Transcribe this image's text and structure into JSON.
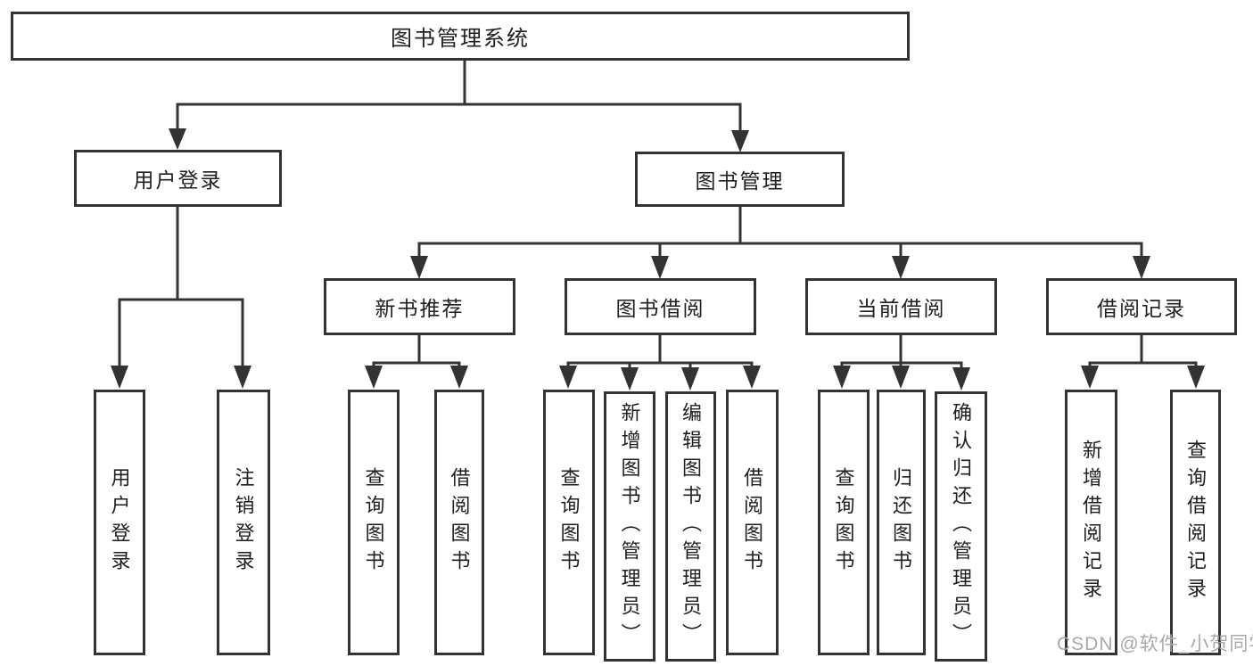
{
  "tree": {
    "root": "图书管理系统",
    "level2": [
      {
        "label": "用户登录",
        "children": [
          {
            "label": "用户登录"
          },
          {
            "label": "注销登录"
          }
        ]
      },
      {
        "label": "图书管理",
        "sections": [
          {
            "label": "新书推荐",
            "children": [
              {
                "label": "查询图书"
              },
              {
                "label": "借阅图书"
              }
            ]
          },
          {
            "label": "图书借阅",
            "children": [
              {
                "label": "查询图书"
              },
              {
                "label": "新增图书（管理员）"
              },
              {
                "label": "编辑图书（管理员）"
              },
              {
                "label": "借阅图书"
              }
            ]
          },
          {
            "label": "当前借阅",
            "children": [
              {
                "label": "查询图书"
              },
              {
                "label": "归还图书"
              },
              {
                "label": "确认归还（管理员）"
              }
            ]
          },
          {
            "label": "借阅记录",
            "children": [
              {
                "label": "新增借阅记录"
              },
              {
                "label": "查询借阅记录"
              }
            ]
          }
        ]
      }
    ]
  },
  "watermark": "CSDN @软件_小贺同学",
  "colors": {
    "line": "#333333",
    "box_border": "#333333",
    "text": "#1f1f1f",
    "watermark": "#a9a9a9",
    "background": "#ffffff"
  }
}
